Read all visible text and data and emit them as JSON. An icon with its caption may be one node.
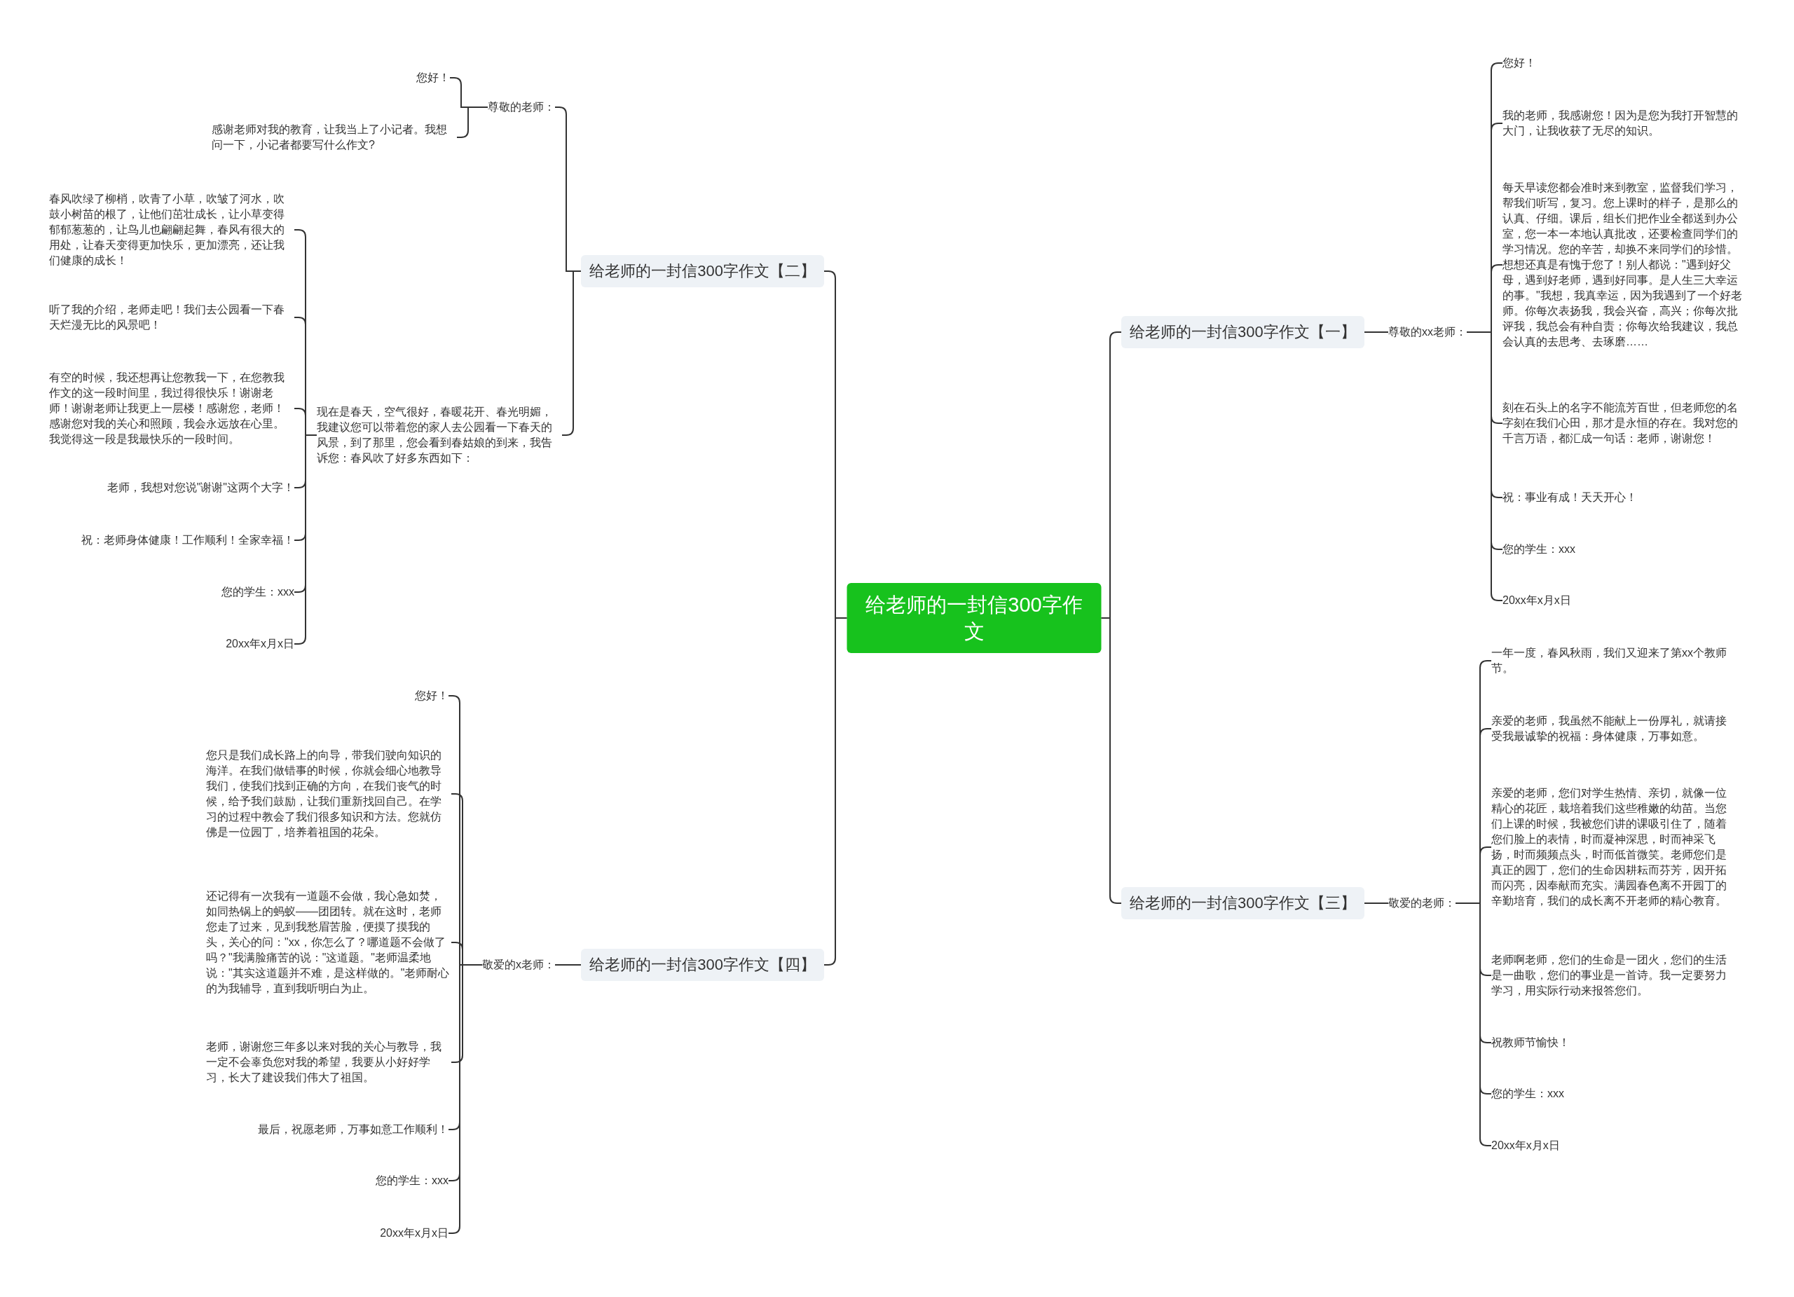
{
  "diagram": {
    "nodes": [
      {
        "text": [
          "给老师的一封信300字作文"
        ]
      },
      {
        "text": [
          "给老师的一封信300字作文【二】"
        ]
      },
      {
        "text": [
          "尊敬的老师："
        ]
      },
      {
        "text": [
          "您好！"
        ]
      },
      {
        "text": [
          "感谢老师对我的教育，让我当上了小记者。我想问一下，小记者都要写什么作文?"
        ]
      },
      {
        "text": [
          "现在是春天，空气很好，春暖花开、春光明媚，我建议您可以带着您的家人去公园看一下春天的风景，到了那里，您会看到春姑娘的到来，我告诉您：春风吹了好多东西如下："
        ]
      },
      {
        "text": [
          "春风吹绿了柳梢，吹青了小草，吹皱了河水，吹鼓小树苗的根了，让他们茁壮成长，让小草变得郁郁葱葱的，让鸟儿也翩翩起舞，春风有很大的用处，让春天变得更加快乐，更加漂亮，还让我们健康的成长！"
        ]
      },
      {
        "text": [
          "听了我的介绍，老师走吧！我们去公园看一下春天烂漫无比的风景吧！"
        ]
      },
      {
        "text": [
          "有空的时候，我还想再让您教我一下，在您教我作文的这一段时间里，我过得很快乐！谢谢老师！谢谢老师让我更上一层楼！感谢您，老师！感谢您对我的关心和照顾，我会永远放在心里。我觉得这一段是我最快乐的一段时间。"
        ]
      },
      {
        "text": [
          "老师，我想对您说\"谢谢\"这两个大字！"
        ]
      },
      {
        "text": [
          "祝：老师身体健康！工作顺利！全家幸福！"
        ]
      },
      {
        "text": [
          "您的学生：xxx"
        ]
      },
      {
        "text": [
          "20xx年x月x日"
        ]
      },
      {
        "text": [
          "给老师的一封信300字作文【四】"
        ]
      },
      {
        "text": [
          "敬爱的x老师："
        ]
      },
      {
        "text": [
          "您好！"
        ]
      },
      {
        "text": [
          "您只是我们成长路上的向导，带我们驶向知识的海洋。在我们做错事的时候，你就会细心地教导我们，使我们找到正确的方向，在我们丧气的时候，给予我们鼓励，让我们重新找回自己。在学习的过程中教会了我们很多知识和方法。您就仿佛是一位园丁，培养着祖国的花朵。"
        ]
      },
      {
        "text": [
          "还记得有一次我有一道题不会做，我心急如焚，如同热锅上的蚂蚁——团团转。就在这时，老师您走了过来，见到我愁眉苦脸，便摸了摸我的头，关心的问：\"xx，你怎么了？哪道题不会做了吗？\"我满脸痛苦的说：\"这道题。\"老师温柔地说：\"其实这道题并不难，是这样做的。\"老师耐心的为我辅导，直到我听明白为止。"
        ]
      },
      {
        "text": [
          "老师，谢谢您三年多以来对我的关心与教导，我一定不会辜负您对我的希望，我要从小好好学习，长大了建设我们伟大了祖国。"
        ]
      },
      {
        "text": [
          "最后，祝愿老师，万事如意工作顺利！"
        ]
      },
      {
        "text": [
          "您的学生：xxx"
        ]
      },
      {
        "text": [
          "20xx年x月x日"
        ]
      },
      {
        "text": [
          "给老师的一封信300字作文【一】"
        ]
      },
      {
        "text": [
          "尊敬的xx老师："
        ]
      },
      {
        "text": [
          "您好！"
        ]
      },
      {
        "text": [
          "我的老师，我感谢您！因为是您为我打开智慧的大门，让我收获了无尽的知识。"
        ]
      },
      {
        "text": [
          "每天早读您都会准时来到教室，监督我们学习，帮我们听写，复习。您上课时的样子，是那么的认真、仔细。课后，组长们把作业全都送到办公室，您一本一本地认真批改，还要检查同学们的学习情况。您的辛苦，却换不来同学们的珍惜。想想还真是有愧于您了！别人都说：\"遇到好父母，遇到好老师，遇到好同事。是人生三大幸运的事。\"我想，我真幸运，因为我遇到了一个好老师。你每次表扬我，我会兴奋，高兴；你每次批评我，我总会有种自责；你每次给我建议，我总会认真的去思考、去琢磨……"
        ]
      },
      {
        "text": [
          "刻在石头上的名字不能流芳百世，但老师您的名字刻在我们心田，那才是永恒的存在。我对您的千言万语，都汇成一句话：老师，谢谢您！"
        ]
      },
      {
        "text": [
          "祝：事业有成！天天开心！"
        ]
      },
      {
        "text": [
          "您的学生：xxx"
        ]
      },
      {
        "text": [
          "20xx年x月x日"
        ]
      },
      {
        "text": [
          "给老师的一封信300字作文【三】"
        ]
      },
      {
        "text": [
          "敬爱的老师："
        ]
      },
      {
        "text": [
          "一年一度，春风秋雨，我们又迎来了第xx个教师节。"
        ]
      },
      {
        "text": [
          "亲爱的老师，我虽然不能献上一份厚礼，就请接受我最诚挚的祝福：身体健康，万事如意。"
        ]
      },
      {
        "text": [
          "亲爱的老师，您们对学生热情、亲切，就像一位精心的花匠，栽培着我们这些稚嫩的幼苗。当您们上课的时候，我被您们讲的课吸引住了，随着您们脸上的表情，时而凝神深思，时而神采飞扬，时而频频点头，时而低首微笑。老师您们是真正的园丁，您们的生命因耕耘而芬芳，因开拓而闪亮，因奉献而充实。满园春色离不开园丁的辛勤培育，我们的成长离不开老师的精心教育。"
        ]
      },
      {
        "text": [
          "老师啊老师，您们的生命是一团火，您们的生活是一曲歌，您们的事业是一首诗。我一定要努力学习，用实际行动来报答您们。"
        ]
      },
      {
        "text": [
          "祝教师节愉快！"
        ]
      },
      {
        "text": [
          "您的学生：xxx"
        ]
      },
      {
        "text": [
          "20xx年x月x日"
        ]
      }
    ],
    "edges": [
      {
        "from": 0,
        "to": 1,
        "arrow": "none"
      },
      {
        "from": 1,
        "to": 2,
        "arrow": "none"
      },
      {
        "from": 2,
        "to": 3,
        "arrow": "none"
      },
      {
        "from": 2,
        "to": 4,
        "arrow": "none"
      },
      {
        "from": 1,
        "to": 5,
        "arrow": "none"
      },
      {
        "from": 5,
        "to": 6,
        "arrow": "none"
      },
      {
        "from": 5,
        "to": 7,
        "arrow": "none"
      },
      {
        "from": 5,
        "to": 8,
        "arrow": "none"
      },
      {
        "from": 5,
        "to": 9,
        "arrow": "none"
      },
      {
        "from": 5,
        "to": 10,
        "arrow": "none"
      },
      {
        "from": 5,
        "to": 11,
        "arrow": "none"
      },
      {
        "from": 5,
        "to": 12,
        "arrow": "none"
      },
      {
        "from": 0,
        "to": 13,
        "arrow": "none"
      },
      {
        "from": 13,
        "to": 14,
        "arrow": "none"
      },
      {
        "from": 14,
        "to": 15,
        "arrow": "none"
      },
      {
        "from": 14,
        "to": 16,
        "arrow": "none"
      },
      {
        "from": 14,
        "to": 17,
        "arrow": "none"
      },
      {
        "from": 14,
        "to": 18,
        "arrow": "none"
      },
      {
        "from": 14,
        "to": 19,
        "arrow": "none"
      },
      {
        "from": 14,
        "to": 20,
        "arrow": "none"
      },
      {
        "from": 14,
        "to": 21,
        "arrow": "none"
      },
      {
        "from": 0,
        "to": 22,
        "arrow": "none"
      },
      {
        "from": 22,
        "to": 23,
        "arrow": "none"
      },
      {
        "from": 23,
        "to": 24,
        "arrow": "none"
      },
      {
        "from": 23,
        "to": 25,
        "arrow": "none"
      },
      {
        "from": 23,
        "to": 26,
        "arrow": "none"
      },
      {
        "from": 23,
        "to": 27,
        "arrow": "none"
      },
      {
        "from": 23,
        "to": 28,
        "arrow": "none"
      },
      {
        "from": 23,
        "to": 29,
        "arrow": "none"
      },
      {
        "from": 23,
        "to": 30,
        "arrow": "none"
      },
      {
        "from": 0,
        "to": 31,
        "arrow": "none"
      },
      {
        "from": 31,
        "to": 32,
        "arrow": "none"
      },
      {
        "from": 32,
        "to": 33,
        "arrow": "none"
      },
      {
        "from": 32,
        "to": 34,
        "arrow": "none"
      },
      {
        "from": 32,
        "to": 35,
        "arrow": "none"
      },
      {
        "from": 32,
        "to": 36,
        "arrow": "none"
      },
      {
        "from": 32,
        "to": 37,
        "arrow": "none"
      },
      {
        "from": 32,
        "to": 38,
        "arrow": "none"
      },
      {
        "from": 32,
        "to": 39,
        "arrow": "none"
      }
    ]
  }
}
